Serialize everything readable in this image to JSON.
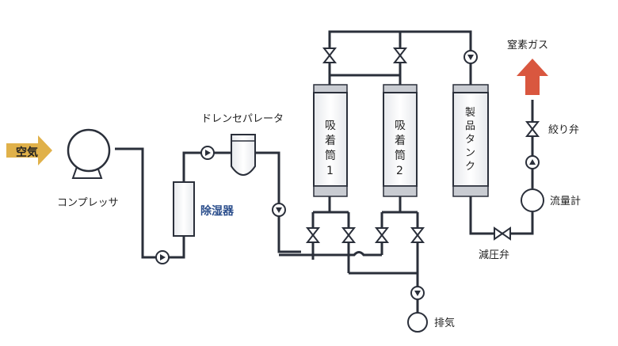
{
  "labels": {
    "air": "空気",
    "compressor": "コンプレッサ",
    "dehumidifier": "除湿器",
    "drain_separator": "ドレンセパレータ",
    "adsorber1": [
      "吸",
      "着",
      "筒",
      "1"
    ],
    "adsorber2": [
      "吸",
      "着",
      "筒",
      "2"
    ],
    "product_tank": [
      "製",
      "品",
      "タ",
      "ン",
      "ク"
    ],
    "nitrogen": "窒素ガス",
    "throttle_valve": "絞り弁",
    "flowmeter": "流量計",
    "pressure_reducing_valve": "減圧弁",
    "exhaust": "排気"
  },
  "colors": {
    "pipe": "#2a2f3a",
    "air_arrow": "#e0b14a",
    "nitrogen_arrow": "#d9573f",
    "label_blue": "#2b4e8c",
    "vessel_band": "#c9ccd2"
  }
}
